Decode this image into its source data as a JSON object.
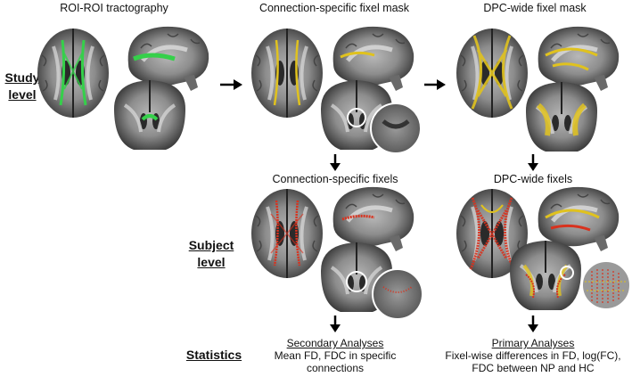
{
  "study_col1_title": "ROI-ROI tractography",
  "study_col2_title": "Connection-specific fixel mask",
  "study_col3_title": "DPC-wide fixel mask",
  "subject_col2_title": "Connection-specific fixels",
  "subject_col3_title": "DPC-wide fixels",
  "row_study": [
    "Study",
    "level"
  ],
  "row_subject": [
    "Subject",
    "level"
  ],
  "row_statistics": "Statistics",
  "secondary": {
    "heading": "Secondary Analyses",
    "lines": [
      "Mean FD, FDC in specific",
      "connections"
    ]
  },
  "primary": {
    "heading": "Primary Analyses",
    "lines": [
      "Fixel-wise differences in FD, log(FC),",
      "FDC between NP and HC"
    ]
  },
  "colors": {
    "tract_green": "#35d04a",
    "fixel_yellow": "#e0c21e",
    "fixel_red": "#d8321e",
    "brain_gray": "#8a8a8a",
    "background_dark": "#1a1a1a"
  }
}
